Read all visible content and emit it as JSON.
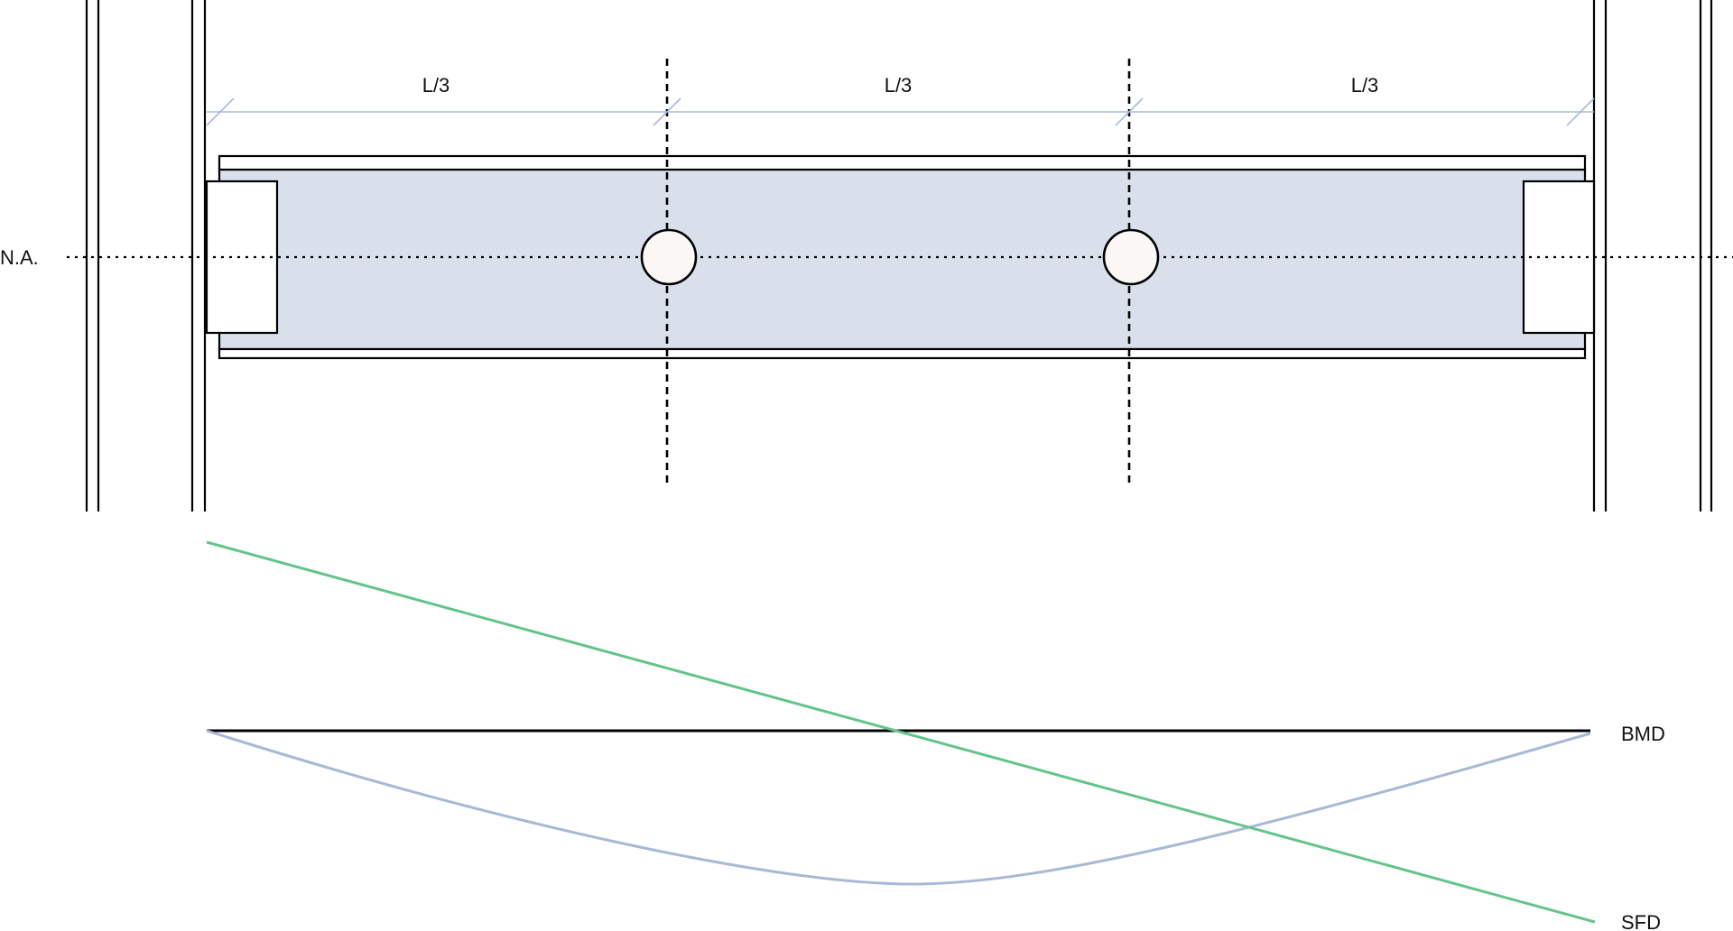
{
  "labels": {
    "neutral_axis": "N.A.",
    "span_left": "L/3",
    "span_middle": "L/3",
    "span_right": "L/3",
    "bmd": "BMD",
    "sfd": "SFD"
  },
  "colors": {
    "beam_web_fill": "#d9e0eb",
    "dimension_line": "#a8b9d6",
    "bmd_curve": "#a8b9d6",
    "sfd_line": "#63c48a",
    "hole_fill": "#faf7f5",
    "outline": "#000000"
  }
}
